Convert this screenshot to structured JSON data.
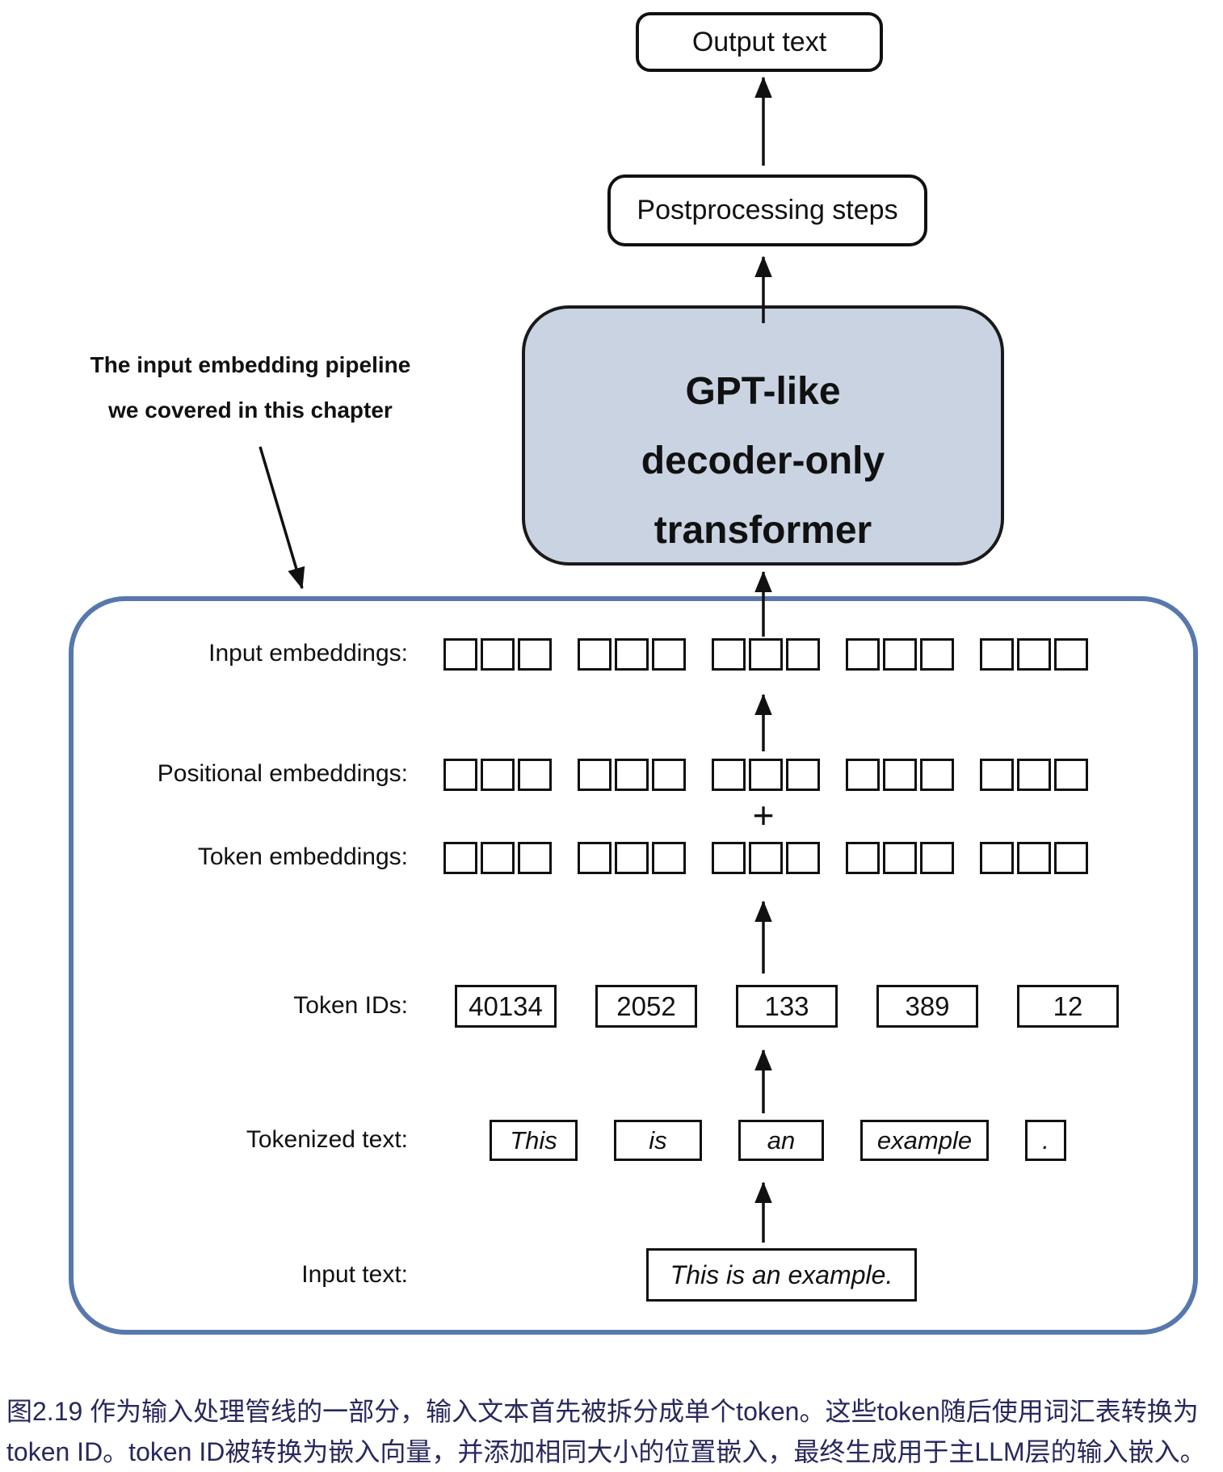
{
  "diagram": {
    "output_box_label": "Output text",
    "postprocessing_box_label": "Postprocessing steps",
    "transformer_box": {
      "line1": "GPT-like",
      "line2": "decoder-only",
      "line3": "transformer"
    },
    "annotation": {
      "line1": "The input embedding pipeline",
      "line2": "we covered in this chapter"
    },
    "plus_sign": "+",
    "embeddings": {
      "groups_per_row": 5,
      "cells_per_group": 3,
      "rows": {
        "input_embeddings_label": "Input embeddings:",
        "positional_embeddings_label": "Positional embeddings:",
        "token_embeddings_label": "Token embeddings:"
      }
    },
    "token_ids": {
      "label": "Token IDs:",
      "values": [
        "40134",
        "2052",
        "133",
        "389",
        "12"
      ]
    },
    "tokenized_text": {
      "label": "Tokenized text:",
      "tokens": [
        "This",
        "is",
        "an",
        "example",
        "."
      ]
    },
    "input_text": {
      "label": "Input text:",
      "value": "This is an example."
    }
  },
  "caption": {
    "line1": "图2.19 作为输入处理管线的一部分，输入文本首先被拆分成单个token。这些token随后使用词汇表转换为",
    "line2": "token ID。token ID被转换为嵌入向量，并添加相同大小的位置嵌入，最终生成用于主LLM层的输入嵌入。"
  },
  "colors": {
    "transformer_fill": "#c9d3e2",
    "container_border": "#5878ad",
    "caption_text": "#28285e",
    "line_color": "#111111"
  }
}
